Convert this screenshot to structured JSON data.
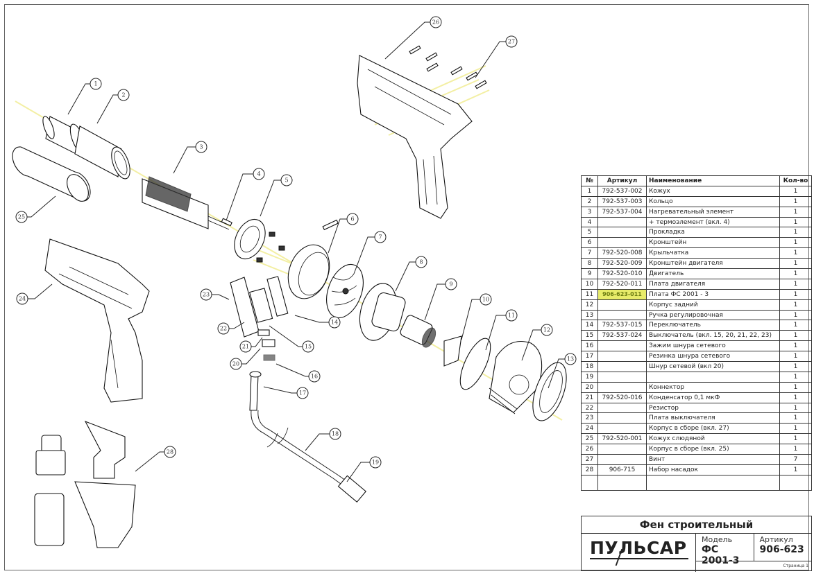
{
  "table": {
    "headers": {
      "no": "№",
      "article": "Артикул",
      "name": "Наименование",
      "qty": "Кол-во"
    },
    "rows": [
      {
        "no": "1",
        "article": "792-537-002",
        "name": "Кожух",
        "qty": "1"
      },
      {
        "no": "2",
        "article": "792-537-003",
        "name": "Кольцо",
        "qty": "1"
      },
      {
        "no": "3",
        "article": "792-537-004",
        "name": "Нагревательный элемент",
        "qty": "1"
      },
      {
        "no": "4",
        "article": "",
        "name": "+ термоэлемент (вкл. 4)",
        "qty": "1"
      },
      {
        "no": "5",
        "article": "",
        "name": "Прокладка",
        "qty": "1"
      },
      {
        "no": "6",
        "article": "",
        "name": "Кронштейн",
        "qty": "1"
      },
      {
        "no": "7",
        "article": "792-520-008",
        "name": "Крыльчатка",
        "qty": "1"
      },
      {
        "no": "8",
        "article": "792-520-009",
        "name": "Кронштейн двигателя",
        "qty": "1"
      },
      {
        "no": "9",
        "article": "792-520-010",
        "name": "Двигатель",
        "qty": "1"
      },
      {
        "no": "10",
        "article": "792-520-011",
        "name": "Плата двигателя",
        "qty": "1"
      },
      {
        "no": "11",
        "article": "906-623-011",
        "name": "Плата ФС 2001 - 3",
        "qty": "1",
        "highlight": true
      },
      {
        "no": "12",
        "article": "",
        "name": "Корпус задний",
        "qty": "1"
      },
      {
        "no": "13",
        "article": "",
        "name": "Ручка регулировочная",
        "qty": "1"
      },
      {
        "no": "14",
        "article": "792-537-015",
        "name": "Переключатель",
        "qty": "1"
      },
      {
        "no": "15",
        "article": "792-537-024",
        "name": "Выключатель (вкл. 15, 20, 21, 22, 23)",
        "qty": "1"
      },
      {
        "no": "16",
        "article": "",
        "name": "Зажим шнура сетевого",
        "qty": "1"
      },
      {
        "no": "17",
        "article": "",
        "name": "Резинка шнура сетевого",
        "qty": "1"
      },
      {
        "no": "18",
        "article": "",
        "name": "Шнур сетевой (вкл 20)",
        "qty": "1"
      },
      {
        "no": "19",
        "article": "",
        "name": "",
        "qty": "1"
      },
      {
        "no": "20",
        "article": "",
        "name": "Коннектор",
        "qty": "1"
      },
      {
        "no": "21",
        "article": "792-520-016",
        "name": "Конденсатор 0,1 мкФ",
        "qty": "1"
      },
      {
        "no": "22",
        "article": "",
        "name": "Резистор",
        "qty": "1"
      },
      {
        "no": "23",
        "article": "",
        "name": "Плата выключателя",
        "qty": "1"
      },
      {
        "no": "24",
        "article": "",
        "name": "Корпус в сборе (вкл. 27)",
        "qty": "1"
      },
      {
        "no": "25",
        "article": "792-520-001",
        "name": "Кожух слюдяной",
        "qty": "1"
      },
      {
        "no": "26",
        "article": "",
        "name": "Корпус в сборе (вкл. 25)",
        "qty": "1"
      },
      {
        "no": "27",
        "article": "",
        "name": "Винт",
        "qty": "7"
      },
      {
        "no": "28",
        "article": "906-715",
        "name": "Набор насадок",
        "qty": "1"
      }
    ]
  },
  "title_block": {
    "title": "Фен строительный",
    "brand": "ПУЛЬСАР",
    "model_label": "Модель",
    "model_value": "ФС 2001-3",
    "article_label": "Артикул",
    "article_value": "906-623",
    "page": "Страница 1"
  },
  "callouts": [
    "1",
    "2",
    "3",
    "4",
    "5",
    "6",
    "7",
    "8",
    "9",
    "10",
    "11",
    "12",
    "13",
    "14",
    "15",
    "16",
    "17",
    "18",
    "19",
    "20",
    "21",
    "22",
    "23",
    "24",
    "25",
    "26",
    "27",
    "28"
  ],
  "colors": {
    "highlight": "#e8ec6a",
    "axis_line": "#f2ee9a"
  }
}
